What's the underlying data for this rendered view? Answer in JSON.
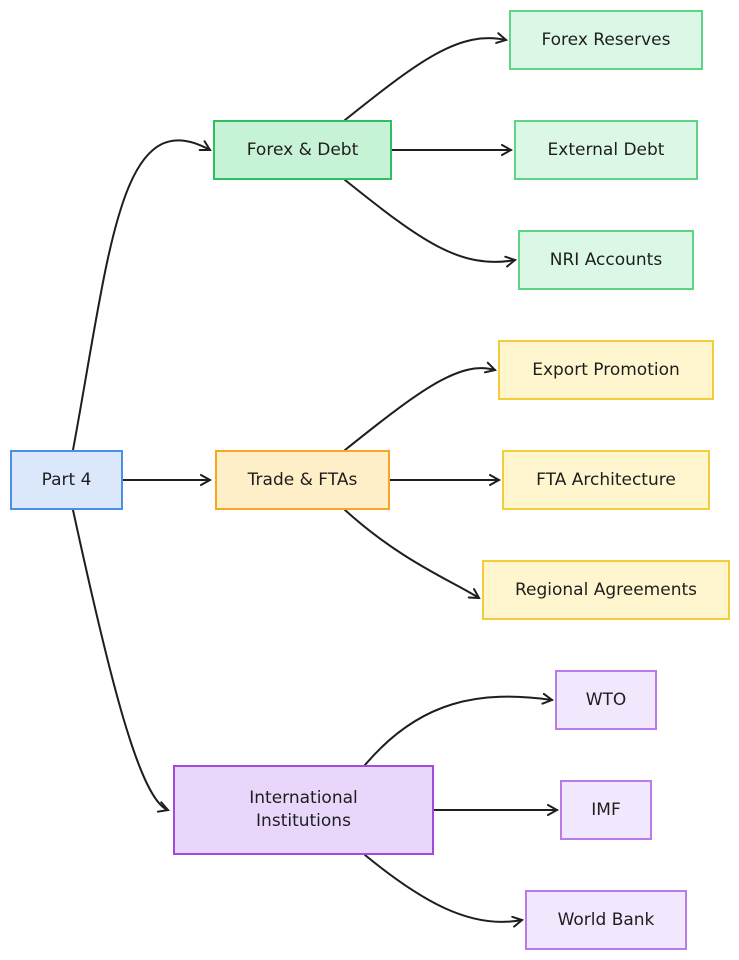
{
  "root": {
    "label": "Part 4"
  },
  "branches": [
    {
      "label": "Forex & Debt",
      "color": "#2fbf61",
      "children": [
        "Forex Reserves",
        "External Debt",
        "NRI Accounts"
      ]
    },
    {
      "label": "Trade & FTAs",
      "color": "#f5a623",
      "children": [
        "Export Promotion",
        "FTA Architecture",
        "Regional Agreements"
      ]
    },
    {
      "label": "International\nInstitutions",
      "color": "#a24ad9",
      "children": [
        "WTO",
        "IMF",
        "World Bank"
      ]
    }
  ]
}
